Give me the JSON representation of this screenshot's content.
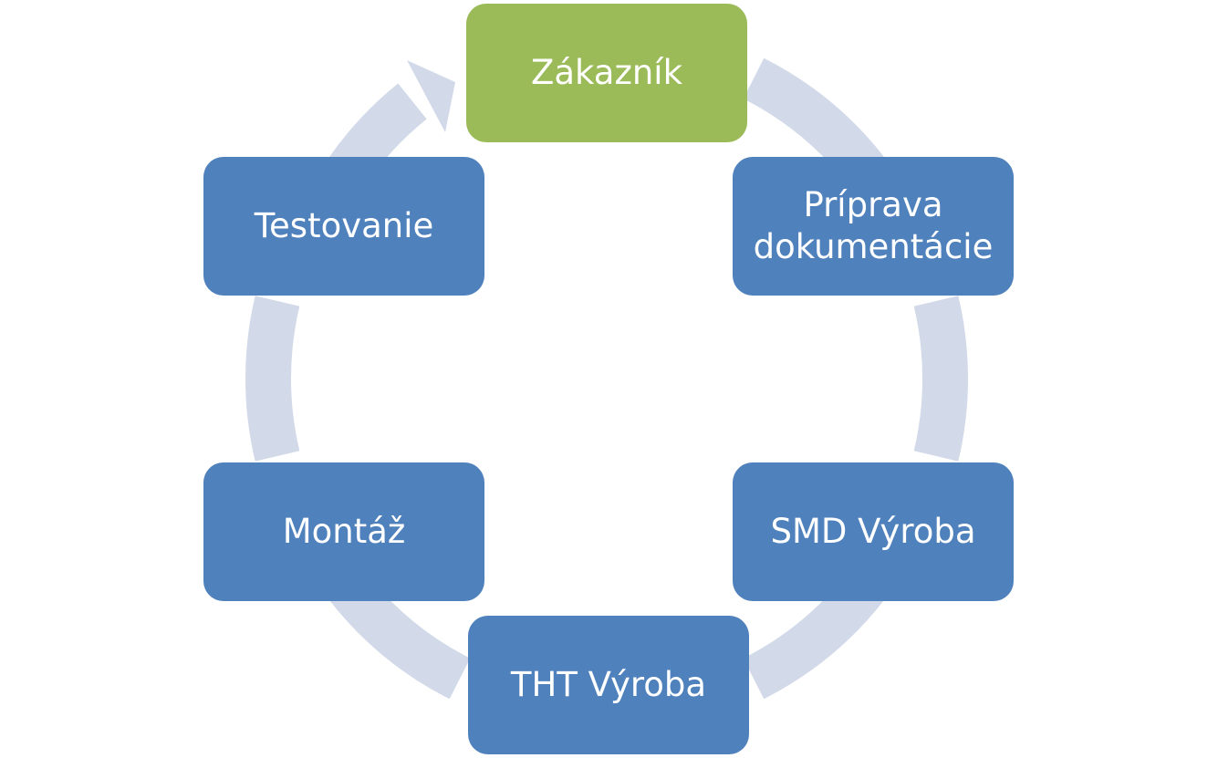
{
  "diagram": {
    "type": "cycle",
    "ring_color": "#d2d9e8",
    "nodes": [
      {
        "label": "Zákazník",
        "color": "#9bbb59"
      },
      {
        "label": "Príprava\ndokumentácie",
        "color": "#4f81bd"
      },
      {
        "label": "SMD Výroba",
        "color": "#4f81bd"
      },
      {
        "label": "THT Výroba",
        "color": "#4f81bd"
      },
      {
        "label": "Montáž",
        "color": "#4f81bd"
      },
      {
        "label": "Testovanie",
        "color": "#4f81bd"
      }
    ],
    "flow": [
      "Zákazník",
      "Príprava dokumentácie",
      "SMD Výroba",
      "THT Výroba",
      "Montáž",
      "Testovanie",
      "Zákazník"
    ]
  }
}
